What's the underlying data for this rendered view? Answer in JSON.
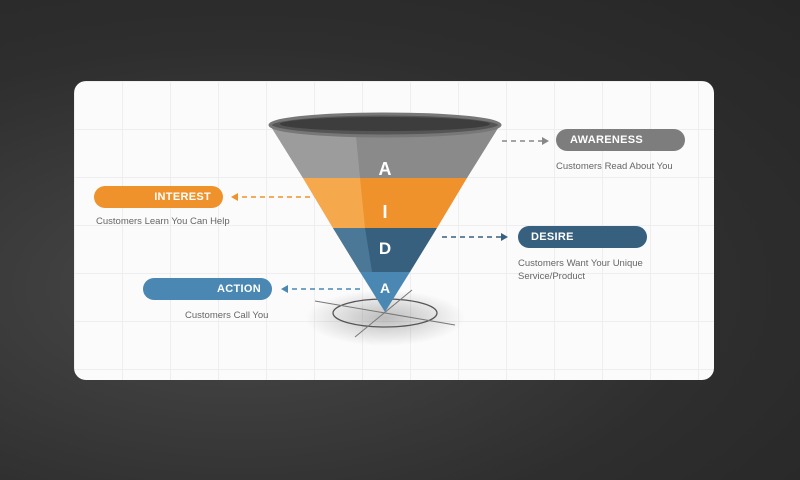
{
  "funnel": {
    "letters": [
      "A",
      "I",
      "D",
      "A"
    ],
    "colors": {
      "awareness": "#7d7d7d",
      "interest": "#f0922b",
      "desire": "#37607f",
      "action": "#4a87b3"
    }
  },
  "stages": {
    "awareness": {
      "label": "AWARENESS",
      "description": "Customers Read About You"
    },
    "interest": {
      "label": "INTEREST",
      "description": "Customers Learn You Can Help"
    },
    "desire": {
      "label": "DESIRE",
      "description_line1": "Customers Want Your Unique",
      "description_line2": "Service/Product"
    },
    "action": {
      "label": "ACTION",
      "description": "Customers Call You"
    }
  }
}
